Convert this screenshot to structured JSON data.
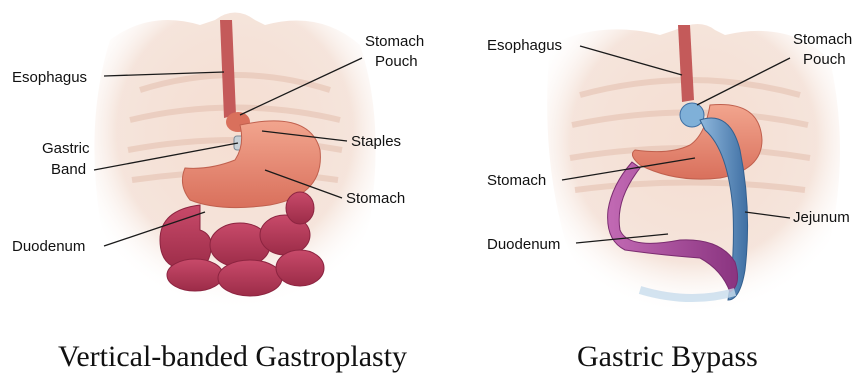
{
  "panels": [
    {
      "caption": "Vertical-banded Gastroplasty",
      "labels": {
        "esophagus": "Esophagus",
        "stomach_pouch_line1": "Stomach",
        "stomach_pouch_line2": "Pouch",
        "staples": "Staples",
        "gastric_band_line1": "Gastric",
        "gastric_band_line2": "Band",
        "stomach": "Stomach",
        "duodenum": "Duodenum"
      }
    },
    {
      "caption": "Gastric Bypass",
      "labels": {
        "esophagus": "Esophagus",
        "stomach_pouch_line1": "Stomach",
        "stomach_pouch_line2": "Pouch",
        "stomach": "Stomach",
        "jejunum": "Jejunum",
        "duodenum": "Duodenum"
      }
    }
  ],
  "colors": {
    "body_tone": "#f1d6c8",
    "stomach": "#e88a74",
    "esophagus": "#c45a5a",
    "intestine": "#b8385a",
    "jejunum_blue": "#5b8ec0",
    "duodenum_purple": "#a8479a",
    "band_gray": "#c8d0d6"
  }
}
